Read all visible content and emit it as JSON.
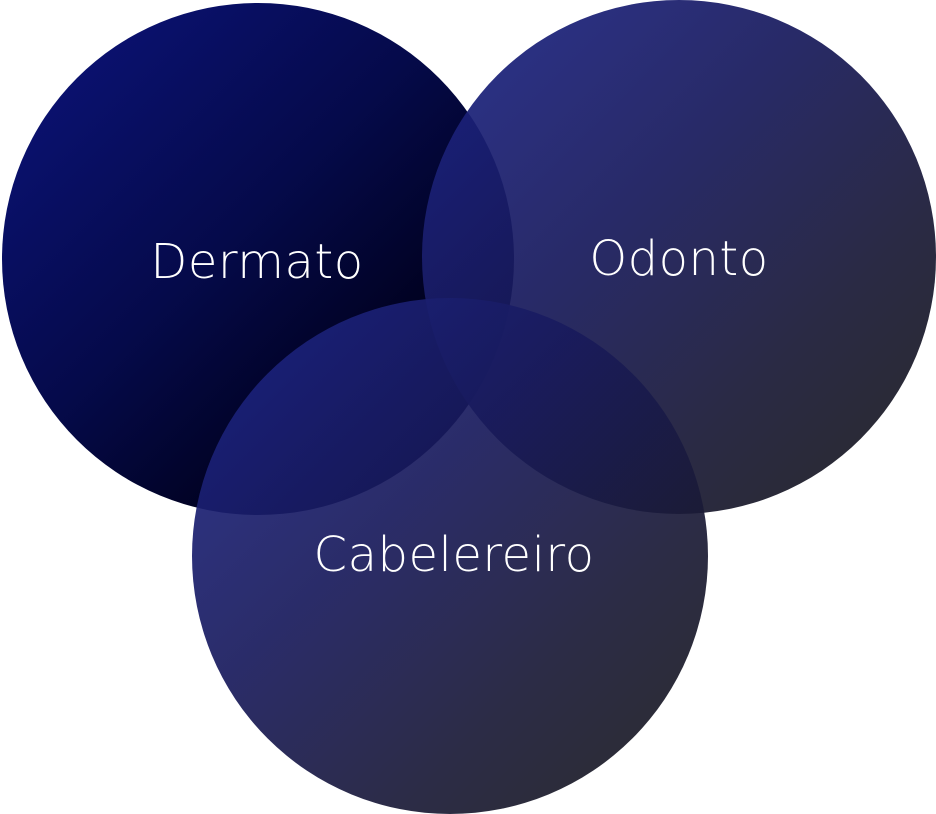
{
  "diagram": {
    "type": "venn",
    "circles": [
      {
        "id": "dermato",
        "label": "Dermato",
        "gradient_start": "#0c147e",
        "gradient_end": "#000008"
      },
      {
        "id": "odonto",
        "label": "Odonto",
        "gradient_start": "#1c2488",
        "gradient_end": "#1a1a1a"
      },
      {
        "id": "cabelereiro",
        "label": "Cabelereiro",
        "gradient_start": "#1c2488",
        "gradient_end": "#1a1a1a"
      }
    ],
    "background": "#ffffff",
    "label_color": "#ffffff"
  }
}
